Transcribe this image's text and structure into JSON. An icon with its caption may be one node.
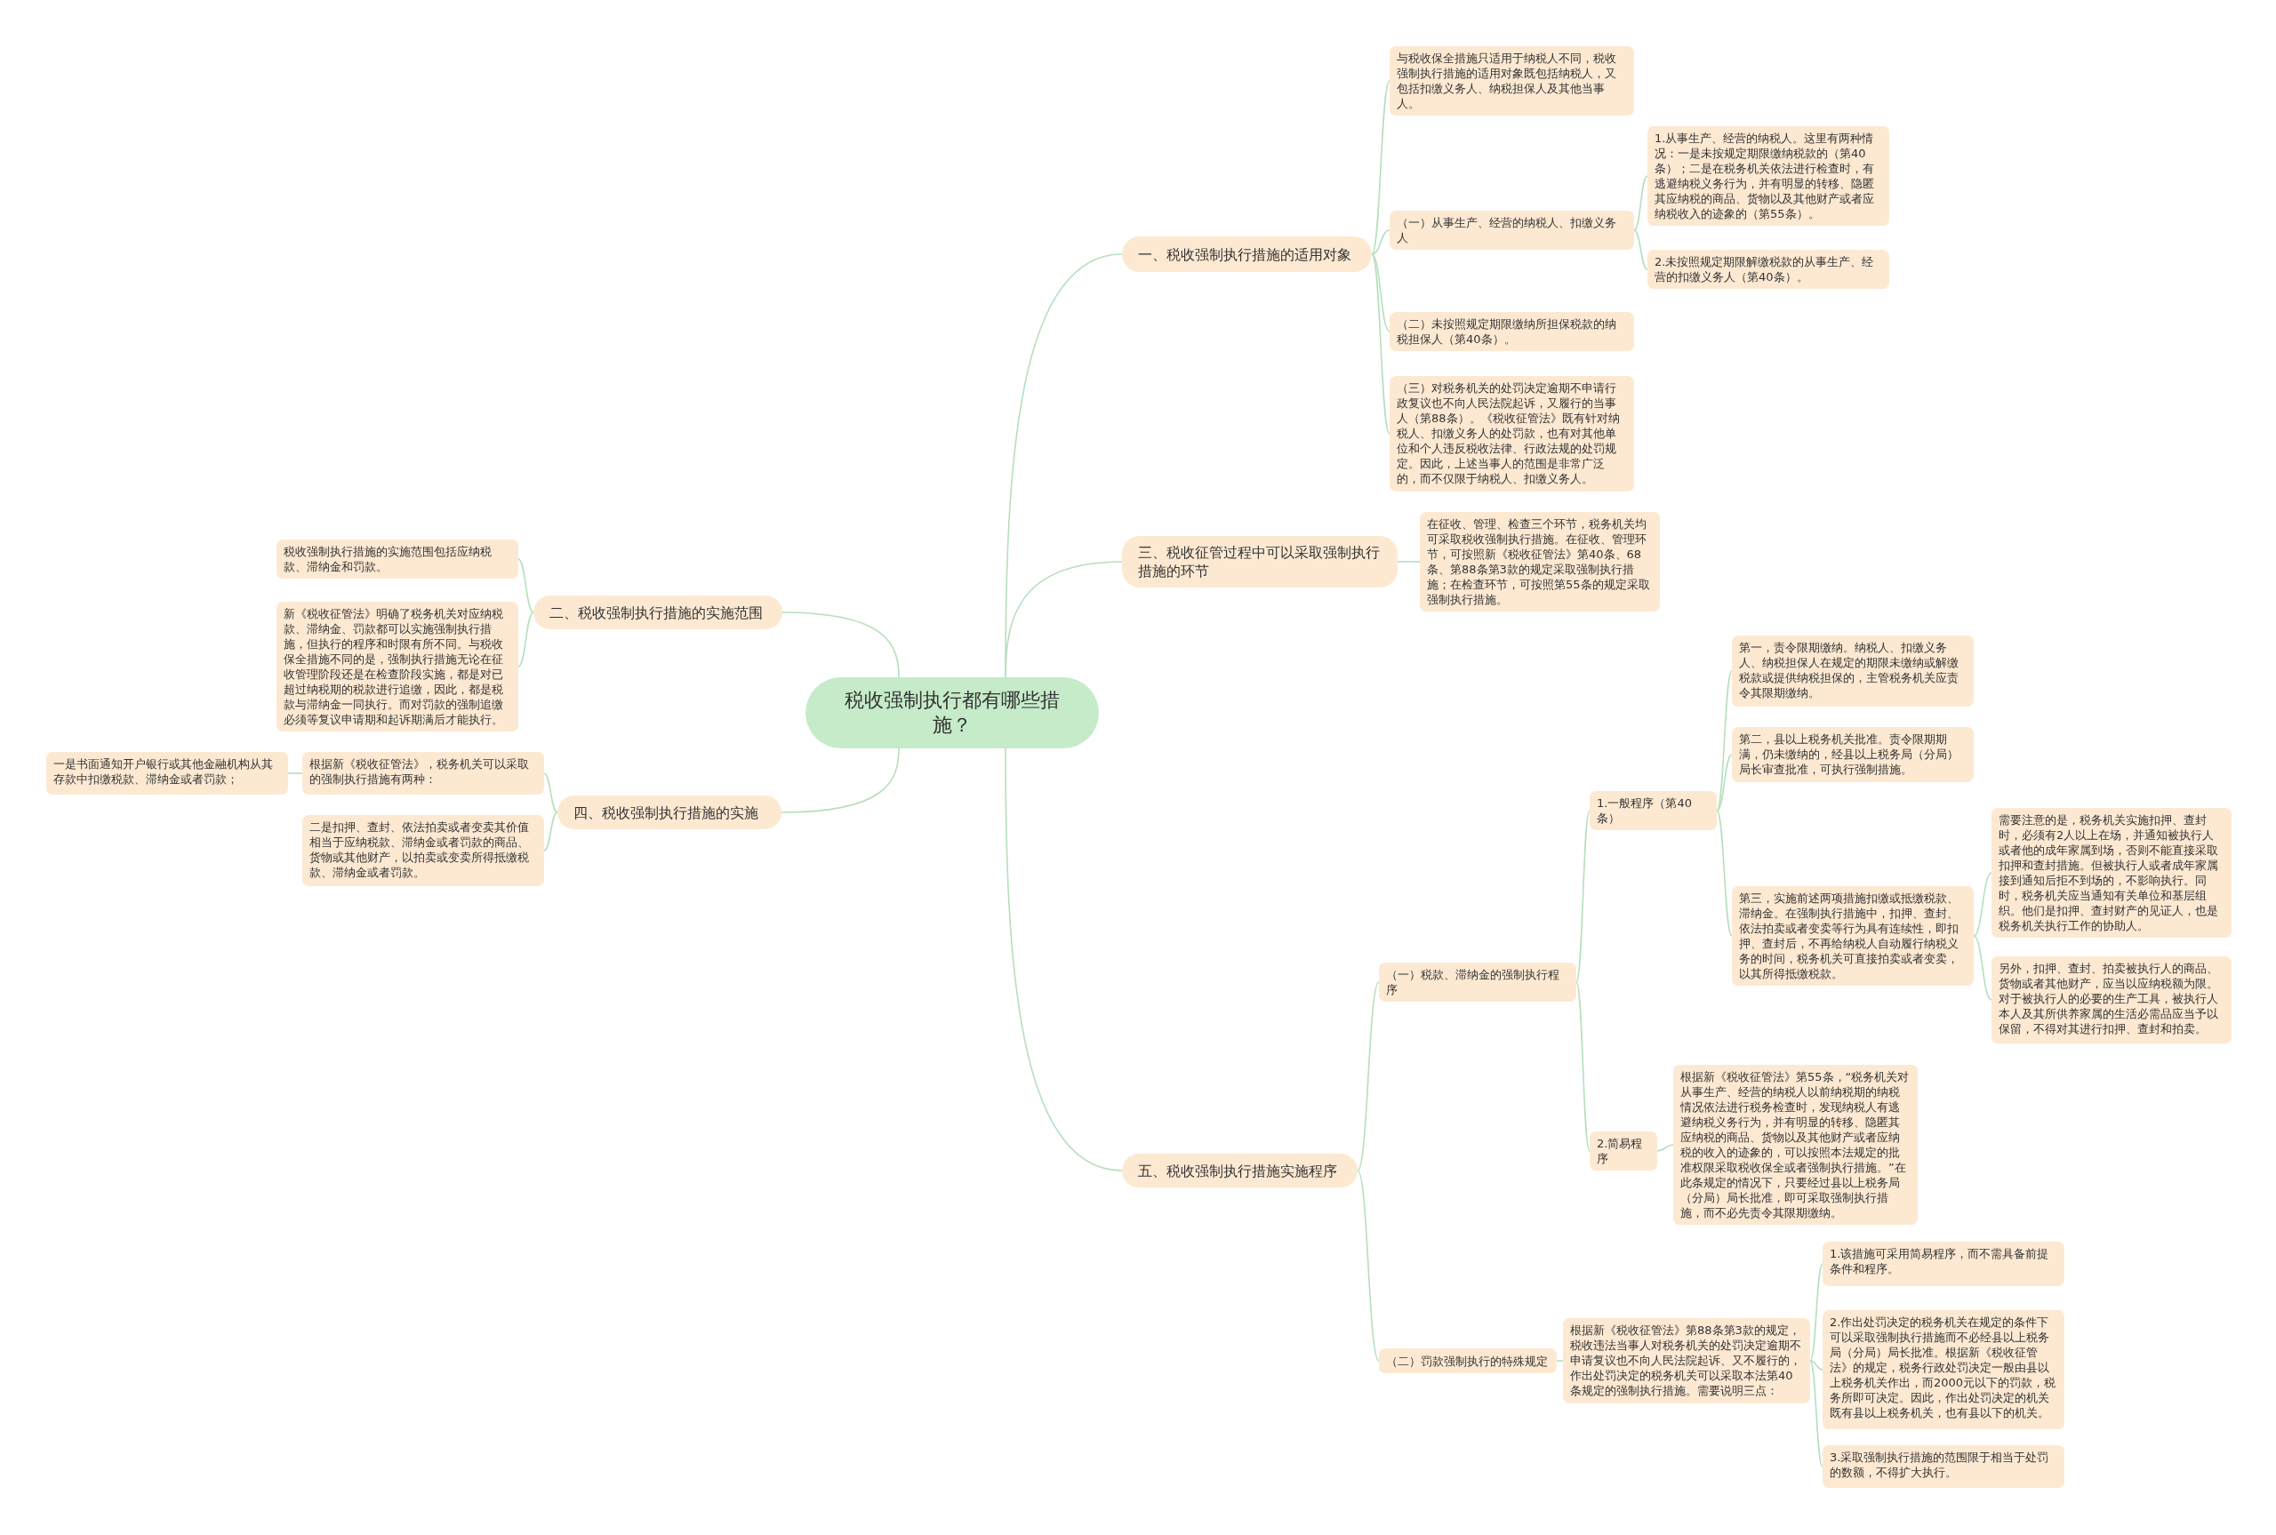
{
  "diagram": {
    "nodes": [
      {
        "text": [
          "税收强制执行都有哪些措施？"
        ]
      },
      {
        "text": [
          "一、税收强制执行措施的适用对象"
        ]
      },
      {
        "text": [
          "与税收保全措施只适用于纳税人不同，税收强制执行措施的适用对象既包括纳税人，又包括扣缴义务人、纳税担保人及其他当事人。"
        ]
      },
      {
        "text": [
          "（一）从事生产、经营的纳税人、扣缴义务人"
        ]
      },
      {
        "text": [
          "1.从事生产、经营的纳税人。这里有两种情况：一是未按规定期限缴纳税款的（第40条）；二是在税务机关依法进行检查时，有逃避纳税义务行为，并有明显的转移、隐匿其应纳税的商品、货物以及其他财产或者应纳税收入的迹象的（第55条）。"
        ]
      },
      {
        "text": [
          "2.未按照规定期限解缴税款的从事生产、经营的扣缴义务人（第40条）。"
        ]
      },
      {
        "text": [
          "（二）未按照规定期限缴纳所担保税款的纳税担保人（第40条）。"
        ]
      },
      {
        "text": [
          "（三）对税务机关的处罚决定逾期不申请行政复议也不向人民法院起诉，又履行的当事人（第88条）。《税收征管法》既有针对纳税人、扣缴义务人的处罚款，也有对其他单位和个人违反税收法律、行政法规的处罚规定。因此，上述当事人的范围是非常广泛的，而不仅限于纳税人、扣缴义务人。"
        ]
      },
      {
        "text": [
          "三、税收征管过程中可以采取强制执行措施的环节"
        ]
      },
      {
        "text": [
          "在征收、管理、检查三个环节，税务机关均可采取税收强制执行措施。在征收、管理环节，可按照新《税收征管法》第40条、68条、第88条第3款的规定采取强制执行措施；在检查环节，可按照第55条的规定采取强制执行措施。"
        ]
      },
      {
        "text": [
          "二、税收强制执行措施的实施范围"
        ]
      },
      {
        "text": [
          "税收强制执行措施的实施范围包括应纳税款、滞纳金和罚款。"
        ]
      },
      {
        "text": [
          "新《税收征管法》明确了税务机关对应纳税款、滞纳金、罚款都可以实施强制执行措施，但执行的程序和时限有所不同。与税收保全措施不同的是，强制执行措施无论在征收管理阶段还是在检查阶段实施，都是对已超过纳税期的税款进行追缴，因此，都是税款与滞纳金一同执行。而对罚款的强制追缴必须等复议申请期和起诉期满后才能执行。"
        ]
      },
      {
        "text": [
          "四、税收强制执行措施的实施"
        ]
      },
      {
        "text": [
          "根据新《税收征管法》，税务机关可以采取的强制执行措施有两种："
        ]
      },
      {
        "text": [
          "一是书面通知开户银行或其他金融机构从其存款中扣缴税款、滞纳金或者罚款；"
        ]
      },
      {
        "text": [
          "二是扣押、查封、依法拍卖或者变卖其价值相当于应纳税款、滞纳金或者罚款的商品、货物或其他财产，以拍卖或变卖所得抵缴税款、滞纳金或者罚款。"
        ]
      },
      {
        "text": [
          "五、税收强制执行措施实施程序"
        ]
      },
      {
        "text": [
          "（一）税款、滞纳金的强制执行程序"
        ]
      },
      {
        "text": [
          "1.一般程序（第40条）"
        ]
      },
      {
        "text": [
          "第一，责令限期缴纳。纳税人、扣缴义务人、纳税担保人在规定的期限未缴纳或解缴税款或提供纳税担保的，主管税务机关应责令其限期缴纳。"
        ]
      },
      {
        "text": [
          "第二，县以上税务机关批准。责令限期期满，仍未缴纳的，经县以上税务局（分局）局长审查批准，可执行强制措施。"
        ]
      },
      {
        "text": [
          "第三，实施前述两项措施扣缴或抵缴税款、滞纳金。在强制执行措施中，扣押、查封、依法拍卖或者变卖等行为具有连续性，即扣押、查封后，不再给纳税人自动履行纳税义务的时间，税务机关可直接拍卖或者变卖，以其所得抵缴税款。"
        ]
      },
      {
        "text": [
          "需要注意的是，税务机关实施扣押、查封时，必须有2人以上在场，并通知被执行人或者他的成年家属到场，否则不能直接采取扣押和查封措施。但被执行人或者成年家属接到通知后拒不到场的，不影响执行。同时，税务机关应当通知有关单位和基层组织。他们是扣押、查封财产的见证人，也是税务机关执行工作的协助人。"
        ]
      },
      {
        "text": [
          "另外，扣押、查封、拍卖被执行人的商品、货物或者其他财产，应当以应纳税额为限。对于被执行人的必要的生产工具，被执行人本人及其所供养家属的生活必需品应当予以保留，不得对其进行扣押、查封和拍卖。"
        ]
      },
      {
        "text": [
          "2.简易程序"
        ]
      },
      {
        "text": [
          "根据新《税收征管法》第55条，“税务机关对从事生产、经营的纳税人以前纳税期的纳税情况依法进行税务检查时，发现纳税人有逃避纳税义务行为，并有明显的转移、隐匿其应纳税的商品、货物以及其他财产或者应纳税的收入的迹象的，可以按照本法规定的批准权限采取税收保全或者强制执行措施。”在此条规定的情况下，只要经过县以上税务局（分局）局长批准，即可采取强制执行措施，而不必先责令其限期缴纳。"
        ]
      },
      {
        "text": [
          "（二）罚款强制执行的特殊规定"
        ]
      },
      {
        "text": [
          "根据新《税收征管法》第88条第3款的规定，税收违法当事人对税务机关的处罚决定逾期不申请复议也不向人民法院起诉、又不履行的，作出处罚决定的税务机关可以采取本法第40条规定的强制执行措施。需要说明三点："
        ]
      },
      {
        "text": [
          "1.该措施可采用简易程序，而不需具备前提条件和程序。"
        ]
      },
      {
        "text": [
          "2.作出处罚决定的税务机关在规定的条件下可以采取强制执行措施而不必经县以上税务局（分局）局长批准。根据新《税收征管法》的规定，税务行政处罚决定一般由县以上税务机关作出，而2000元以下的罚款，税务所即可决定。因此，作出处罚决定的机关既有县以上税务机关，也有县以下的机关。"
        ]
      },
      {
        "text": [
          "3.采取强制执行措施的范围限于相当于处罚的数额，不得扩大执行。"
        ]
      }
    ],
    "edges": [
      {
        "from": 0,
        "to": 1,
        "arrow": "none"
      },
      {
        "from": 1,
        "to": 2,
        "arrow": "none"
      },
      {
        "from": 1,
        "to": 3,
        "arrow": "none"
      },
      {
        "from": 3,
        "to": 4,
        "arrow": "none"
      },
      {
        "from": 3,
        "to": 5,
        "arrow": "none"
      },
      {
        "from": 1,
        "to": 6,
        "arrow": "none"
      },
      {
        "from": 1,
        "to": 7,
        "arrow": "none"
      },
      {
        "from": 0,
        "to": 8,
        "arrow": "none"
      },
      {
        "from": 8,
        "to": 9,
        "arrow": "none"
      },
      {
        "from": 0,
        "to": 10,
        "arrow": "none"
      },
      {
        "from": 10,
        "to": 11,
        "arrow": "none"
      },
      {
        "from": 10,
        "to": 12,
        "arrow": "none"
      },
      {
        "from": 0,
        "to": 13,
        "arrow": "none"
      },
      {
        "from": 13,
        "to": 14,
        "arrow": "none"
      },
      {
        "from": 14,
        "to": 15,
        "arrow": "none"
      },
      {
        "from": 13,
        "to": 16,
        "arrow": "none"
      },
      {
        "from": 0,
        "to": 17,
        "arrow": "none"
      },
      {
        "from": 17,
        "to": 18,
        "arrow": "none"
      },
      {
        "from": 18,
        "to": 19,
        "arrow": "none"
      },
      {
        "from": 19,
        "to": 20,
        "arrow": "none"
      },
      {
        "from": 19,
        "to": 21,
        "arrow": "none"
      },
      {
        "from": 19,
        "to": 22,
        "arrow": "none"
      },
      {
        "from": 22,
        "to": 23,
        "arrow": "none"
      },
      {
        "from": 22,
        "to": 24,
        "arrow": "none"
      },
      {
        "from": 18,
        "to": 25,
        "arrow": "none"
      },
      {
        "from": 25,
        "to": 26,
        "arrow": "none"
      },
      {
        "from": 17,
        "to": 27,
        "arrow": "none"
      },
      {
        "from": 27,
        "to": 28,
        "arrow": "none"
      },
      {
        "from": 28,
        "to": 29,
        "arrow": "none"
      },
      {
        "from": 28,
        "to": 30,
        "arrow": "none"
      },
      {
        "from": 28,
        "to": 31,
        "arrow": "none"
      }
    ]
  }
}
